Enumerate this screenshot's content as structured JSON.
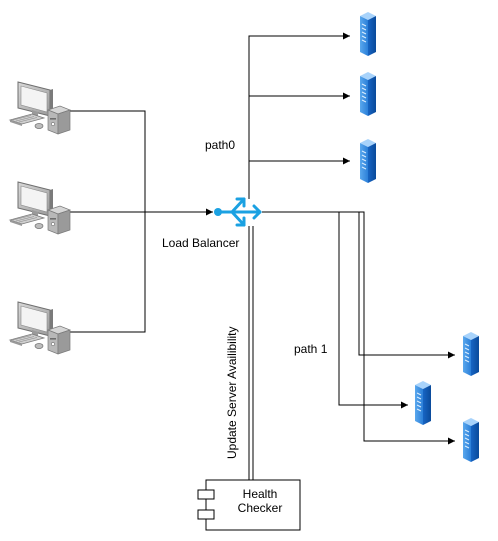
{
  "labels": {
    "path0": "path0",
    "path1": "path 1",
    "load_balancer": "Load Balancer",
    "update_availability": "Update Server Availibility",
    "health_checker_line1": "Health",
    "health_checker_line2": "Checker"
  },
  "colors": {
    "load_balancer": "#1ba1e2",
    "server_light": "#6fb6f2",
    "server_dark": "#0b5bbf",
    "workstation": "#8a8a8a",
    "line": "#000000"
  },
  "icons": {
    "client": "workstation-icon",
    "server": "server-icon",
    "balancer": "load-balancer-icon",
    "health_checker": "component-icon"
  }
}
